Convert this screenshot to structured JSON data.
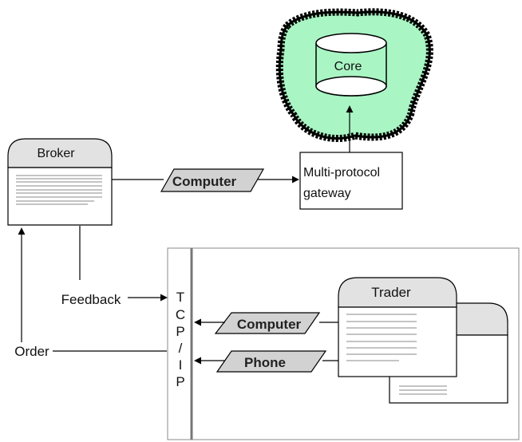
{
  "core": {
    "label": "Core",
    "blob_color": "#a9f5c4",
    "outline_color": "#000000"
  },
  "broker": {
    "label": "Broker",
    "header_color": "#e2e2e2"
  },
  "gateway": {
    "label_line1": "Multi-protocol",
    "label_line2": "gateway"
  },
  "links": {
    "broker_to_gateway": "Computer",
    "trader_computer": "Computer",
    "trader_phone": "Phone",
    "link_fill": "#d2d2d2"
  },
  "tcpip": {
    "letters": [
      "T",
      "C",
      "P",
      "/",
      "I",
      "P"
    ]
  },
  "feedback": {
    "label": "Feedback"
  },
  "order": {
    "label": "Order"
  },
  "trader": {
    "label": "Trader"
  }
}
